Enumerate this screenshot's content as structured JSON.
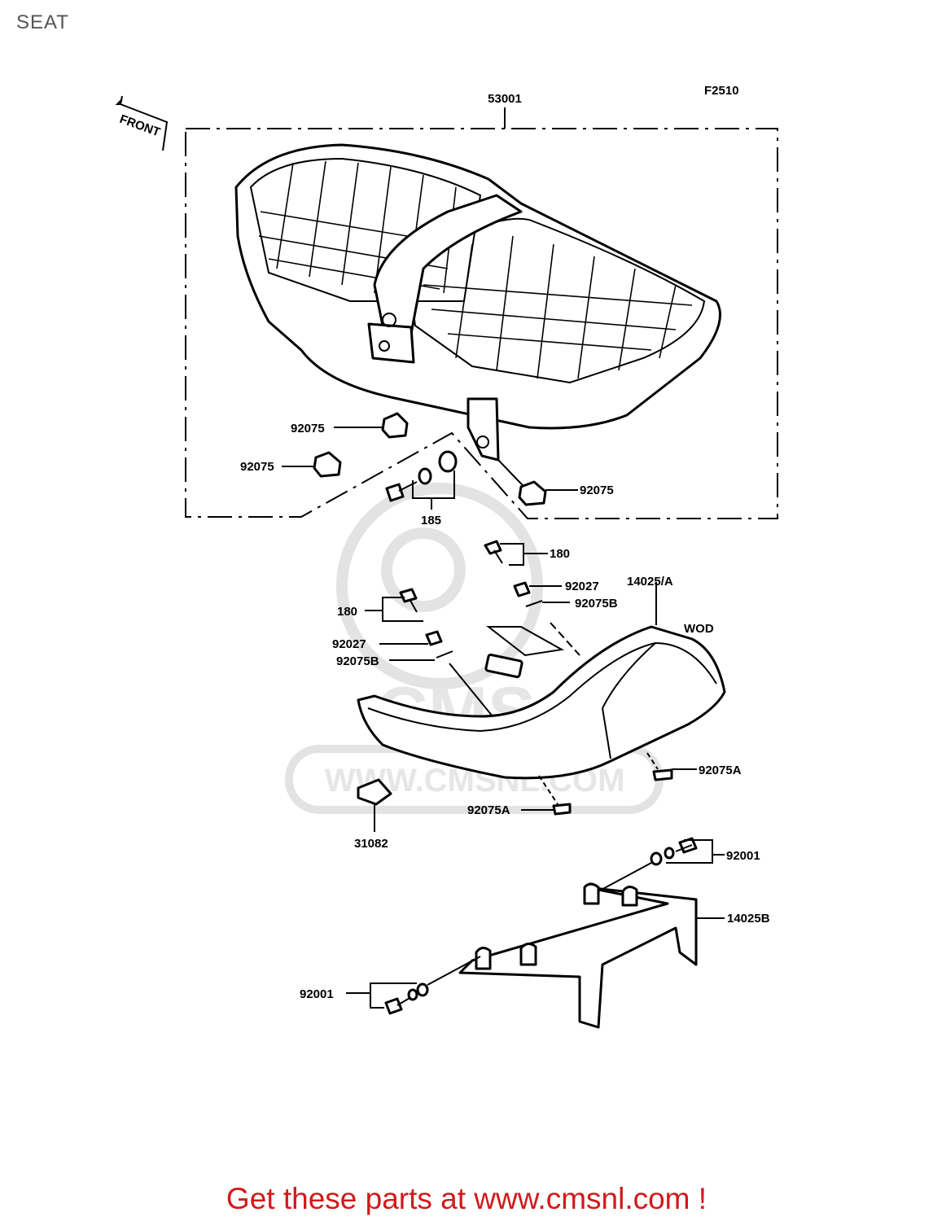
{
  "page": {
    "title": "SEAT"
  },
  "diagram": {
    "code": "F2510",
    "front_label": "FRONT",
    "watermark": {
      "brand": "CMS",
      "url": "WWW.CMSNL.COM"
    },
    "seat_label": "WOD",
    "callouts": {
      "seat_assy": "53001",
      "damper_a": "92075",
      "damper_b": "92075",
      "damper_c": "92075",
      "bolt_washer": "185",
      "screw_upper": "180",
      "collar_upper": "92027",
      "damper_b_upper": "92075B",
      "cowl": "14025/A",
      "screw_lower": "180",
      "collar_lower": "92027",
      "damper_b_lower": "92075B",
      "damper_a_right": "92075A",
      "damper_a_lower": "92075A",
      "bracket_block": "31082",
      "bolt_right": "92001",
      "bracket": "14025B",
      "bolt_left": "92001"
    }
  },
  "promo": {
    "text": "Get these parts at www.cmsnl.com !"
  }
}
